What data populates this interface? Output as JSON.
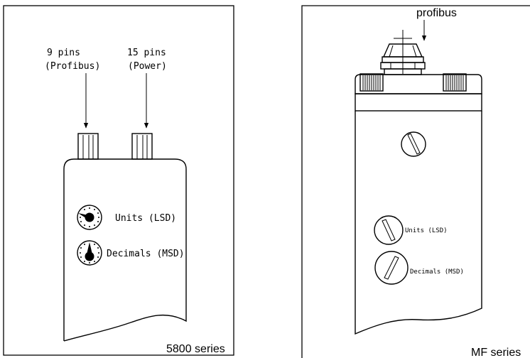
{
  "left_panel": {
    "connector_a_line1": "9 pins",
    "connector_a_line2": "(Profibus)",
    "connector_b_line1": "15 pins",
    "connector_b_line2": "(Power)",
    "switch_units_label": "Units (LSD)",
    "switch_decimals_label": "Decimals (MSD)",
    "series_label": "5800 series"
  },
  "right_panel": {
    "profibus_label": "profibus",
    "switch_units_label": "Units (LSD)",
    "switch_decimals_label": "Decimals (MSD)",
    "series_label": "MF series"
  }
}
